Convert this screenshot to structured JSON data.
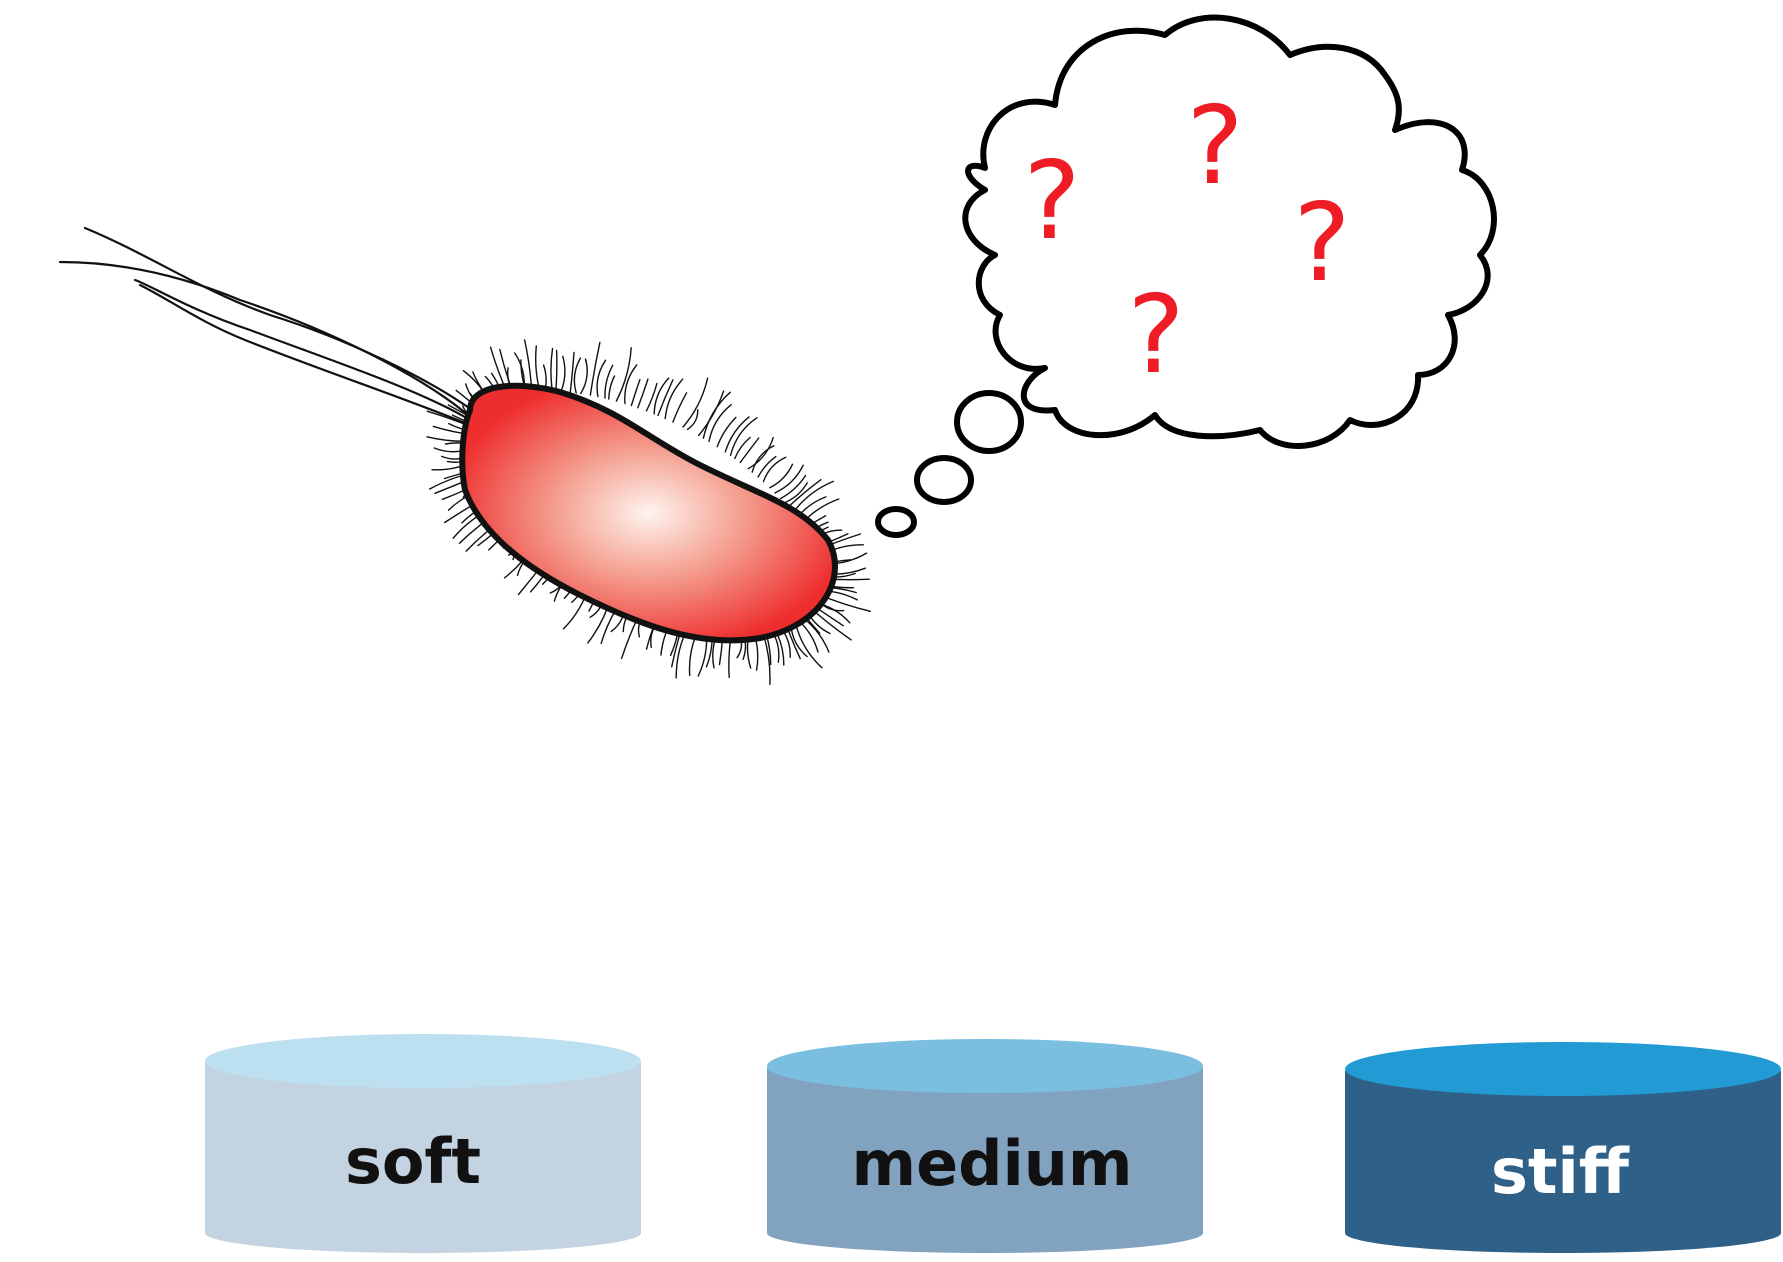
{
  "thought_marks": [
    "?",
    "?",
    "?",
    "?"
  ],
  "colors": {
    "question_mark": "#ee1c25",
    "bacterium_edge": "#ee2e2e",
    "bacterium_center": "#fff4ef",
    "outline": "#111111"
  },
  "substrates": [
    {
      "label": "soft",
      "top_color": "#bde0f1",
      "body_color": "#c3d3e1",
      "text_color": "#111111"
    },
    {
      "label": "medium",
      "top_color": "#7bbfe0",
      "body_color": "#82a3bf",
      "text_color": "#111111"
    },
    {
      "label": "stiff",
      "top_color": "#229ad3",
      "body_color": "#2e6088",
      "text_color": "#ffffff"
    }
  ]
}
